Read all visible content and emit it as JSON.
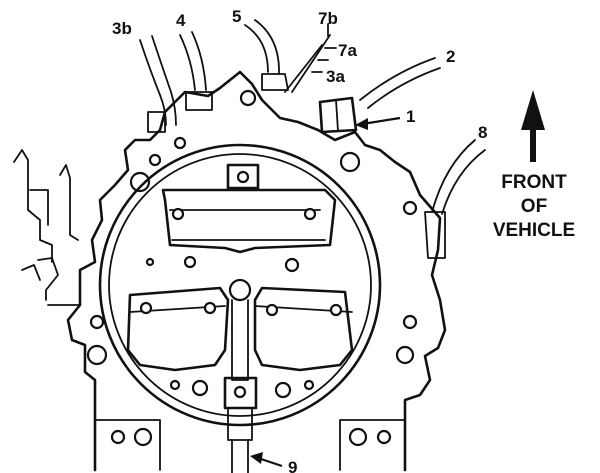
{
  "callouts": {
    "c3b": "3b",
    "c4": "4",
    "c5": "5",
    "c7b": "7b",
    "c7a": "7a",
    "c3a": "3a",
    "c2": "2",
    "c1": "1",
    "c8": "8",
    "c9": "9"
  },
  "front_label": {
    "line1": "FRONT",
    "line2": "OF",
    "line3": "VEHICLE"
  },
  "colors": {
    "ink": "#111111",
    "background": "#ffffff"
  }
}
